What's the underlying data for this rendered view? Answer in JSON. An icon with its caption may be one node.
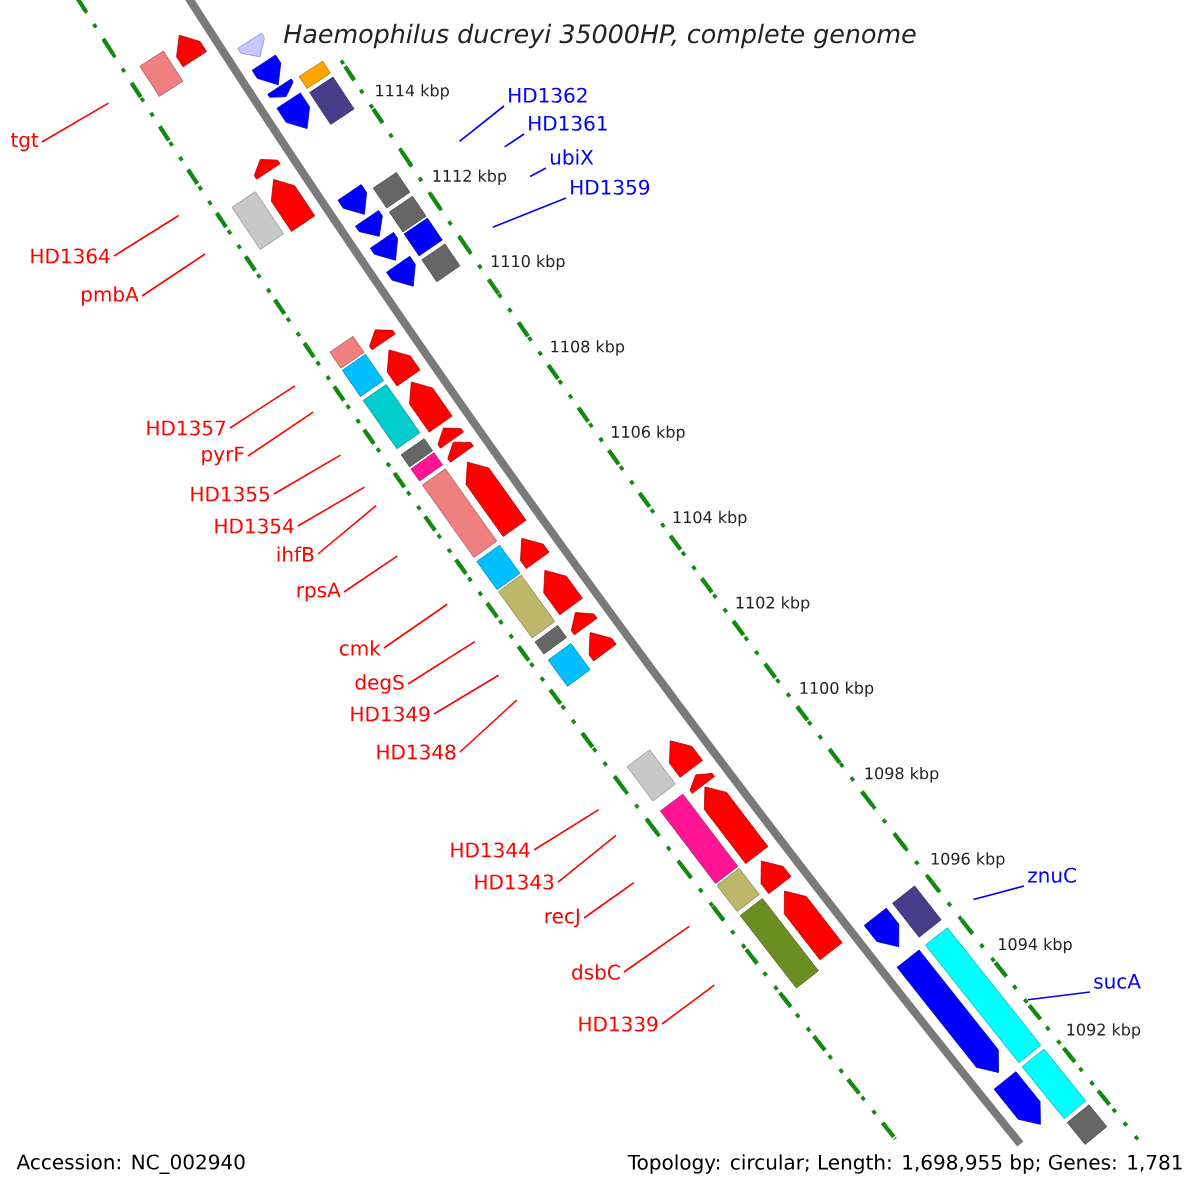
{
  "diagram": {
    "title": "Haemophilus ducreyi 35000HP, complete genome",
    "nodes": [
      {
        "text": [
          "tgt"
        ]
      },
      {
        "text": [
          "HD1362"
        ]
      },
      {
        "text": [
          "HD1361"
        ]
      },
      {
        "text": [
          "ubiX"
        ]
      },
      {
        "text": [
          "HD1359"
        ]
      },
      {
        "text": [
          "HD1364"
        ]
      },
      {
        "text": [
          "pmbA"
        ]
      },
      {
        "text": [
          "HD1357"
        ]
      },
      {
        "text": [
          "pyrF"
        ]
      },
      {
        "text": [
          "HD1355"
        ]
      },
      {
        "text": [
          "HD1354"
        ]
      },
      {
        "text": [
          "ihfB"
        ]
      },
      {
        "text": [
          "rpsA"
        ]
      },
      {
        "text": [
          "cmk"
        ]
      },
      {
        "text": [
          "degS"
        ]
      },
      {
        "text": [
          "HD1349"
        ]
      },
      {
        "text": [
          "HD1348"
        ]
      },
      {
        "text": [
          "znuC"
        ]
      },
      {
        "text": [
          "HD1344"
        ]
      },
      {
        "text": [
          "HD1343"
        ]
      },
      {
        "text": [
          "sucA"
        ]
      },
      {
        "text": [
          "recJ"
        ]
      },
      {
        "text": [
          "dsbC"
        ]
      },
      {
        "text": [
          "HD1339"
        ]
      }
    ],
    "edges": [
      {
        "from": 0,
        "to": null,
        "arrow": "none"
      },
      {
        "from": 1,
        "to": null,
        "arrow": "none",
        "color": "#0000ff"
      },
      {
        "from": 2,
        "to": null,
        "arrow": "none",
        "color": "#0000ff"
      },
      {
        "from": 3,
        "to": null,
        "arrow": "none",
        "color": "#0000ff"
      },
      {
        "from": 4,
        "to": null,
        "arrow": "none",
        "color": "#0000ff"
      },
      {
        "from": 5,
        "to": null,
        "arrow": "none"
      },
      {
        "from": 6,
        "to": null,
        "arrow": "none"
      },
      {
        "from": 7,
        "to": null,
        "arrow": "none"
      },
      {
        "from": 8,
        "to": null,
        "arrow": "none"
      },
      {
        "from": 9,
        "to": null,
        "arrow": "none"
      },
      {
        "from": 10,
        "to": null,
        "arrow": "none"
      },
      {
        "from": 11,
        "to": null,
        "arrow": "none"
      },
      {
        "from": 12,
        "to": null,
        "arrow": "none"
      },
      {
        "from": 13,
        "to": null,
        "arrow": "none"
      },
      {
        "from": 14,
        "to": null,
        "arrow": "none"
      },
      {
        "from": 15,
        "to": null,
        "arrow": "none"
      },
      {
        "from": 16,
        "to": null,
        "arrow": "none"
      },
      {
        "from": 17,
        "to": null,
        "arrow": "none",
        "color": "#0000ff"
      },
      {
        "from": 18,
        "to": null,
        "arrow": "none"
      },
      {
        "from": 19,
        "to": null,
        "arrow": "none"
      },
      {
        "from": 20,
        "to": null,
        "arrow": "none",
        "color": "#0000ff"
      },
      {
        "from": 21,
        "to": null,
        "arrow": "none"
      },
      {
        "from": 22,
        "to": null,
        "arrow": "none"
      },
      {
        "from": 23,
        "to": null,
        "arrow": "none"
      }
    ],
    "labels": [
      "1114 kbp",
      "1112 kbp",
      "1110 kbp",
      "1108 kbp",
      "1106 kbp",
      "1104 kbp",
      "1102 kbp",
      "1100 kbp",
      "1098 kbp",
      "1096 kbp",
      "1094 kbp",
      "1092 kbp",
      "Accession: NC_002940",
      "Topology: circular; Length: 1,698,955 bp; Genes: 1,781"
    ]
  }
}
